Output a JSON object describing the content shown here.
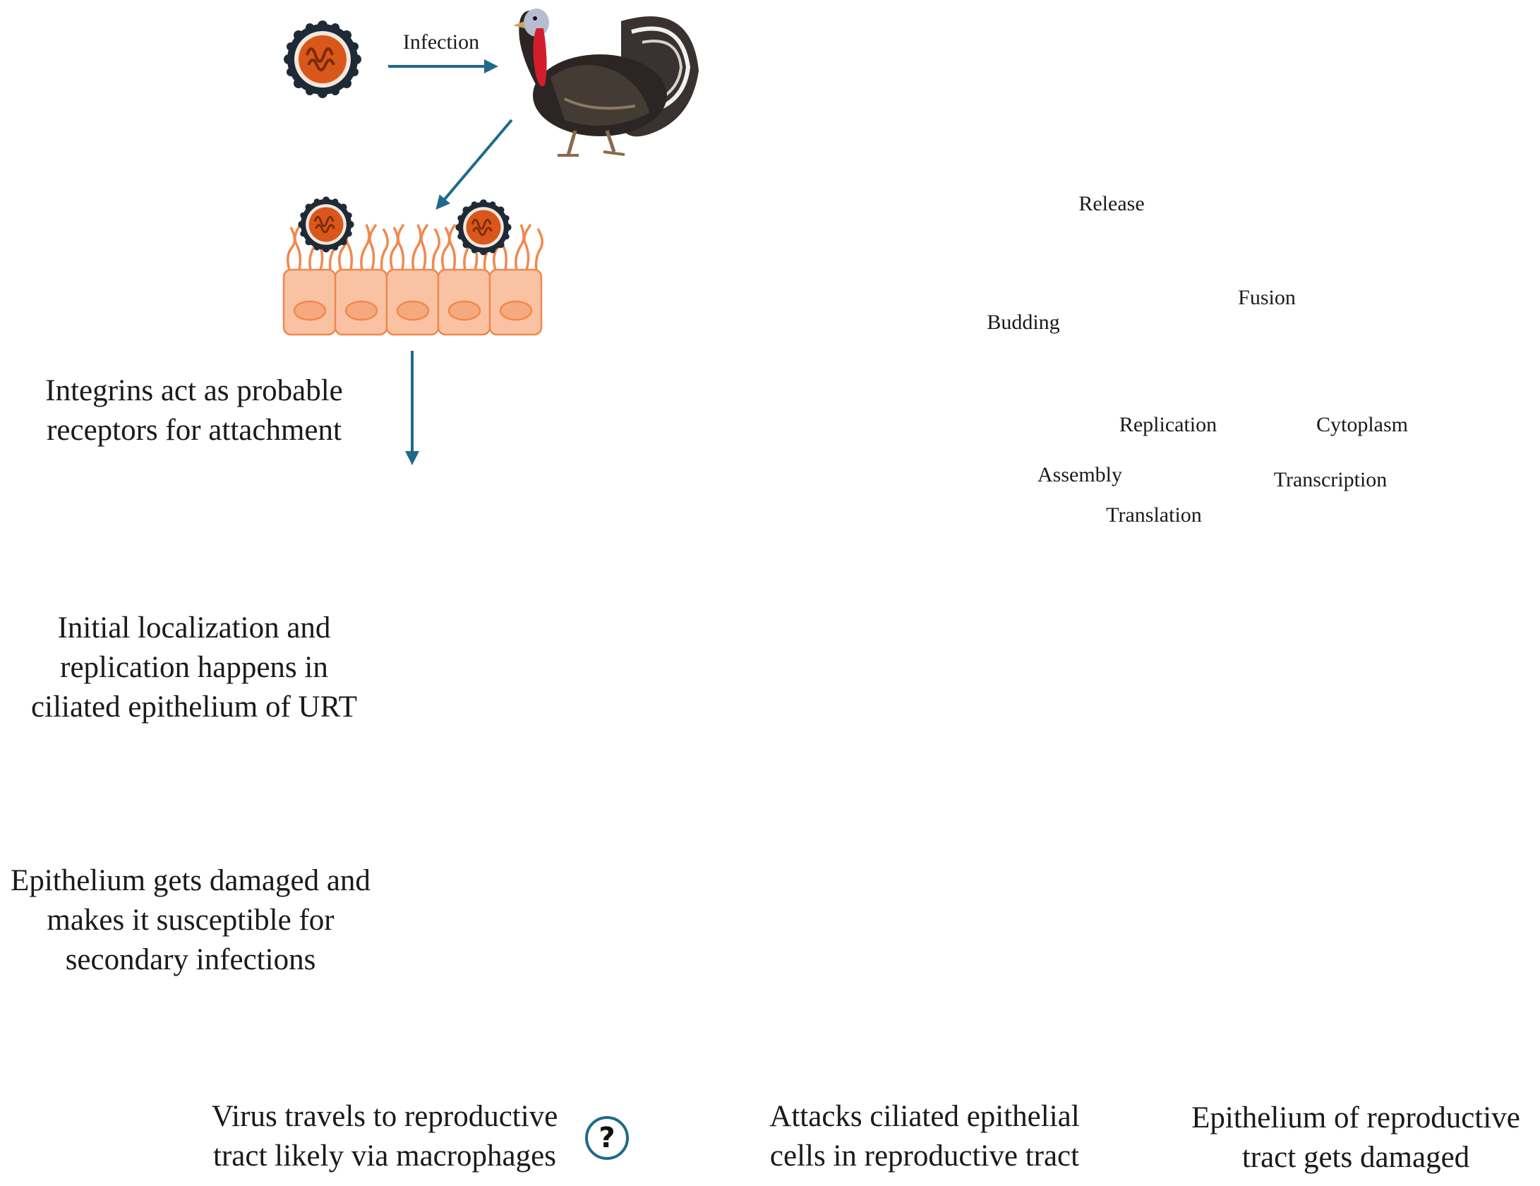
{
  "labels": {
    "infection": "Infection",
    "integrins": "Integrins act as probable receptors for attachment",
    "initial": "Initial localization and replication happens in ciliated epithelium of URT",
    "damage": "Epithelium gets damaged and makes it susceptible for secondary infections",
    "travel": "Virus travels to reproductive tract likely via macrophages",
    "attack": "Attacks ciliated epithelial cells in reproductive tract",
    "repro_damage": "Epithelium of reproductive tract gets damaged",
    "question_mark": "?"
  },
  "inset": {
    "release": "Release",
    "budding": "Budding",
    "fusion": "Fusion",
    "replication": "Replication",
    "cytoplasm": "Cytoplasm",
    "assembly": "Assembly",
    "transcription": "Transcription",
    "translation": "Translation"
  },
  "icons": [
    "virus-particle-icon",
    "turkey-icon",
    "help-question-icon"
  ],
  "colors": {
    "arrow": "#1f6a8a",
    "cell_fill": "#f9c3a3",
    "cell_stroke": "#f0894e",
    "virus_core": "#d9571b",
    "virus_coat": "#1e2a36",
    "vessel_wall": "#c0100f",
    "vessel_lumen": "#f9c8aa",
    "grey_cell": "#d3d3d3"
  }
}
